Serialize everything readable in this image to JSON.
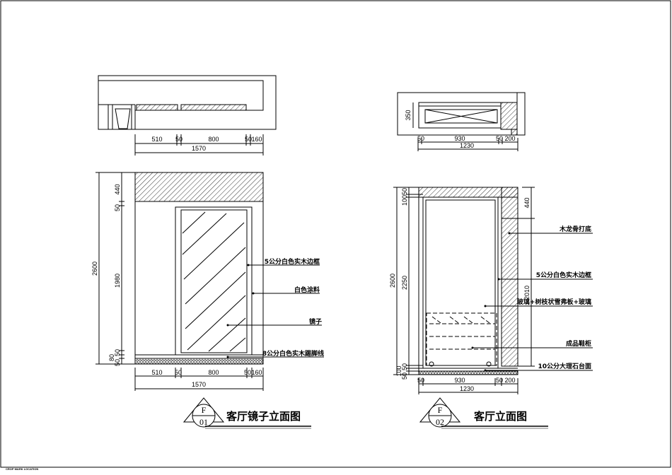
{
  "drawing_1": {
    "tag_letter": "F",
    "tag_number": "01",
    "title": "客厅镜子立面图",
    "plan_dims": [
      "510",
      "50",
      "800",
      "50",
      "160"
    ],
    "plan_total": "1570",
    "elev_dims_bottom": [
      "510",
      "50",
      "800",
      "50",
      "160"
    ],
    "elev_total": "1570",
    "elev_dims_left": {
      "total": "2600",
      "top": "440",
      "gap": "50",
      "mirror": "1980",
      "base_gap": "50",
      "base": "80",
      "base2": "50"
    },
    "labels": [
      "5公分白色实木边框",
      "白色涂料",
      "镜子",
      "8公分白色实木踢脚线"
    ]
  },
  "drawing_2": {
    "tag_letter": "F",
    "tag_number": "02",
    "title": "客厅立面图",
    "plan_depth": "350",
    "plan_dims": [
      "50",
      "930",
      "50",
      "200"
    ],
    "plan_total": "1230",
    "elev_dims_bottom": [
      "50",
      "930",
      "50",
      "200"
    ],
    "elev_total": "1230",
    "elev_dims_left": {
      "total": "2600",
      "top1": "50",
      "top2": "100",
      "main": "2250",
      "low1": "50",
      "low2": "100",
      "low3": "50"
    },
    "elev_dims_right": {
      "top": "440",
      "main": "2010"
    },
    "labels": [
      "木龙骨打底",
      "5公分白色实木边框",
      "玻璃+树枝状雪弗板+玻璃",
      "成品鞋柜",
      "10公分大理石台面"
    ]
  },
  "crop_mark": "CROP MARK LOCATION"
}
